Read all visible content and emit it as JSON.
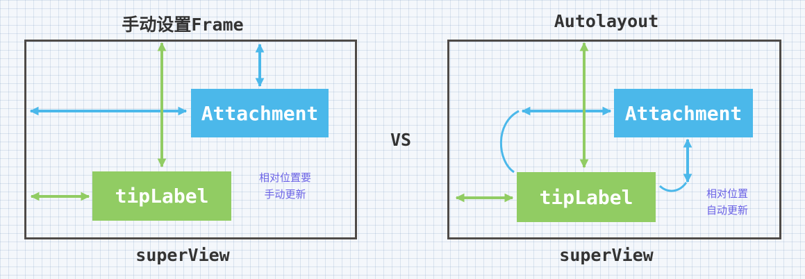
{
  "left": {
    "title": "手动设置Frame",
    "container_label": "superView",
    "attachment_label": "Attachment",
    "tip_label": "tipLabel",
    "note_line1": "相对位置要",
    "note_line2": "手动更新"
  },
  "middle": {
    "vs_label": "VS"
  },
  "right": {
    "title": "Autolayout",
    "container_label": "superView",
    "attachment_label": "Attachment",
    "tip_label": "tipLabel",
    "note_line1": "相对位置",
    "note_line2": "自动更新"
  },
  "colors": {
    "blue": "#4bb8ea",
    "green": "#91cc63",
    "frame": "#4e4a47",
    "note": "#6a62e6",
    "title": "#333333"
  }
}
